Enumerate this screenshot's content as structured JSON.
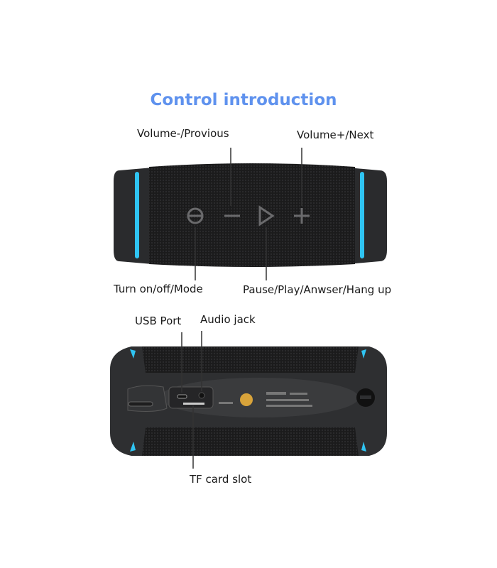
{
  "title": "Control introduction",
  "top_view": {
    "labels": {
      "volume_down": "Volume-/Provious",
      "volume_up": "Volume+/Next",
      "power": "Turn on/off/Mode",
      "play": "Pause/Play/Anwser/Hang up"
    },
    "button_icons": [
      "power-icon",
      "minus-icon",
      "play-icon",
      "plus-icon"
    ]
  },
  "bottom_view": {
    "labels": {
      "usb": "USB Port",
      "audio": "Audio jack",
      "tf": "TF card slot"
    }
  },
  "colors": {
    "title": "#5f92ee",
    "led": "#2fc4f2",
    "body": "#2e2f31",
    "fabric": "#1c1c1d",
    "button": "#d8a33a"
  }
}
